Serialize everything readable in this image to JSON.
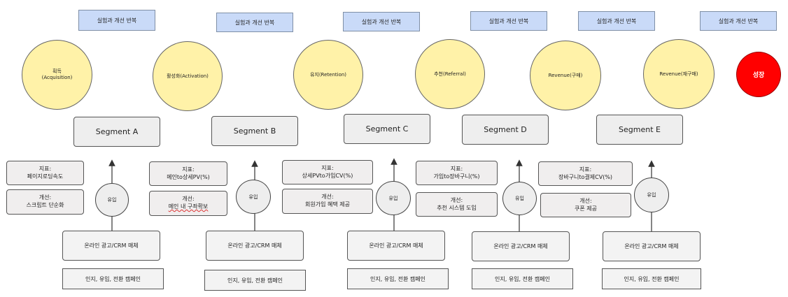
{
  "banners": [
    "실험과 개선 반복",
    "실험과 개선 반복",
    "실험과 개선 반복",
    "실험과 개선 반복",
    "실험과 개선 반복",
    "실험과 개선 반복"
  ],
  "stages": [
    "획득\n(Acquisition)",
    "활성화(Activation)",
    "유지(Retention)",
    "추천(Referral)",
    "Revenue(구매)",
    "Revenue(재구매)"
  ],
  "growth": "성장",
  "segments": [
    "Segment A",
    "Segment B",
    "Segment C",
    "Segment D",
    "Segment E"
  ],
  "metrics": [
    {
      "title": "지표:",
      "text": "페이지로딩속도"
    },
    {
      "title": "지표:",
      "text": "메인to상세PV(%)"
    },
    {
      "title": "지표:",
      "text": "상세PVto가입CV(%)"
    },
    {
      "title": "지표:",
      "text": "가입to장바구니(%)"
    },
    {
      "title": "지표:",
      "text": "장바구니to결제CV(%)"
    }
  ],
  "improvements": [
    {
      "title": "개선:",
      "text": "스크립트 단순화"
    },
    {
      "title": "개선:",
      "text": "메인 내 구좌확보"
    },
    {
      "title": "개선:",
      "text": "회원가입 혜택 제공"
    },
    {
      "title": "개선:",
      "text": "추천 시스템 도입"
    },
    {
      "title": "개선:",
      "text": "쿠폰 제공"
    }
  ],
  "inflow_label": [
    "유입",
    "유입",
    "유입",
    "유입",
    "유입"
  ],
  "channels": [
    "온라인 광고/CRM 매체",
    "온라인 광고/CRM 매체",
    "온라인 광고/CRM 매체",
    "온라인 광고/CRM 매체",
    "온라인 광고/CRM 매체"
  ],
  "campaigns": [
    "인지, 유입, 전환 캠페인",
    "인지, 유입, 전환 캠페인",
    "인지, 유입, 전환 캠페인",
    "인지, 유입, 전환 캠페인",
    "인지, 유입, 전환 캠페인"
  ],
  "colors": {
    "banner": "#c9daf8",
    "stage": "#fff2a8",
    "growth": "#ff0000",
    "box": "#eeeeee"
  }
}
